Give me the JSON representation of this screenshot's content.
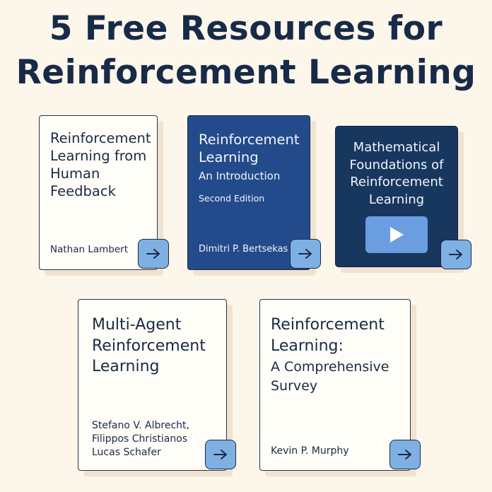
{
  "header": {
    "title_line1": "5 Free Resources for",
    "title_line2": "Reinforcement Learning"
  },
  "cards": [
    {
      "title": [
        "Reinforcement",
        "Learning from",
        "Human",
        "Feedback"
      ],
      "author": "Nathan Lambert",
      "style": "white"
    },
    {
      "title": [
        "Reinforcement",
        "Learning"
      ],
      "subtitle": "An Introduction",
      "edition": "Second Edition",
      "author": "Dimitri P. Bertsekas",
      "style": "blue"
    },
    {
      "title": [
        "Mathematical",
        "Foundations of",
        "Reinforcement",
        "Learning"
      ],
      "style": "navy",
      "media_icon": "play-icon"
    },
    {
      "title": [
        "Multi-Agent",
        "Reinforcement",
        "Learning"
      ],
      "authors": [
        "Stefano V. Albrecht,",
        "Filippos Christianos",
        "Lucas Schafer"
      ],
      "style": "white"
    },
    {
      "title": [
        "Reinforcement",
        "Learning:"
      ],
      "subtitle": [
        "A Comprehensive",
        "Survey"
      ],
      "author": "Kevin P. Murphy",
      "style": "white"
    }
  ],
  "icons": {
    "link": "arrow-right-icon",
    "video": "play-icon"
  },
  "colors": {
    "background": "#fdf6ea",
    "title": "#172a48",
    "blue_cover": "#234b8c",
    "navy_cover": "#17375f",
    "button": "#7fb0e4"
  }
}
